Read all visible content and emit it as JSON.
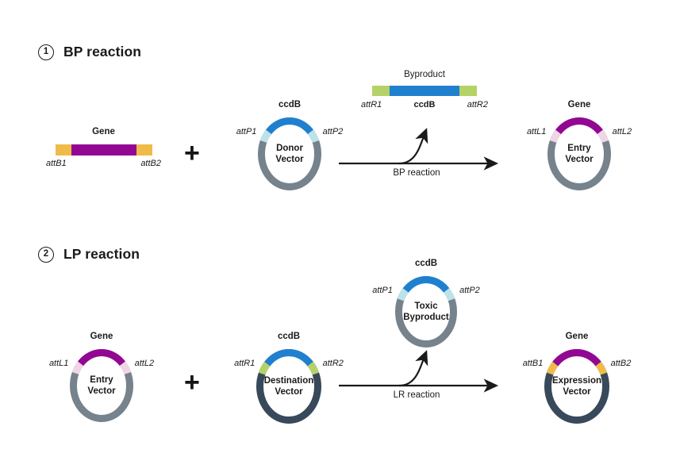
{
  "palette": {
    "orange": "#EFBC4A",
    "purple": "#930893",
    "blue": "#2080D0",
    "green": "#B5D268",
    "gray": "#76828C",
    "navy": "#37495A",
    "light_blue": "#BCE3EA",
    "light_pink": "#EFD6E6",
    "ink": "#1a1a1a",
    "white": "#ffffff"
  },
  "sections": [
    {
      "number": "1",
      "title": "BP reaction"
    },
    {
      "number": "2",
      "title": "LP reaction"
    }
  ],
  "plus_signs": [
    {
      "glyph": "+"
    },
    {
      "glyph": "+"
    }
  ],
  "arrows": [
    {
      "label": "BP reaction"
    },
    {
      "label": "LR reaction"
    }
  ],
  "fragments": [
    {
      "id": "gene-insert",
      "title": "Gene",
      "left_label": "attB1",
      "right_label": "attB2",
      "segments": [
        {
          "name": "attB1",
          "color": "#EFBC4A",
          "flex": 1
        },
        {
          "name": "Gene",
          "color": "#930893",
          "flex": 4
        },
        {
          "name": "attB2",
          "color": "#EFBC4A",
          "flex": 1
        }
      ]
    },
    {
      "id": "byproduct-fragment",
      "title": "Byproduct",
      "left_label": "attR1",
      "center_label": "ccdB",
      "right_label": "attR2",
      "segments": [
        {
          "name": "attR1",
          "color": "#B5D268",
          "flex": 1
        },
        {
          "name": "ccdB",
          "color": "#2080D0",
          "flex": 4
        },
        {
          "name": "attR2",
          "color": "#B5D268",
          "flex": 1
        }
      ]
    }
  ],
  "plasmids": [
    {
      "id": "donor-vector",
      "top_label": "ccdB",
      "center_lines": [
        "Donor",
        "Vector"
      ],
      "left_label": "attP1",
      "right_label": "attP2",
      "backbone_color": "#76828C",
      "arcs": [
        {
          "name": "attP1",
          "color": "#BCE3EA",
          "start": 292,
          "end": 312
        },
        {
          "name": "ccdB",
          "color": "#2080D0",
          "start": 312,
          "end": 48
        },
        {
          "name": "attP2",
          "color": "#BCE3EA",
          "start": 48,
          "end": 68
        }
      ]
    },
    {
      "id": "entry-vector-top",
      "top_label": "Gene",
      "center_lines": [
        "Entry",
        "Vector"
      ],
      "left_label": "attL1",
      "right_label": "attL2",
      "backbone_color": "#76828C",
      "arcs": [
        {
          "name": "attL1",
          "color": "#EFD6E6",
          "start": 292,
          "end": 312
        },
        {
          "name": "Gene",
          "color": "#930893",
          "start": 312,
          "end": 48
        },
        {
          "name": "attL2",
          "color": "#EFD6E6",
          "start": 48,
          "end": 68
        }
      ]
    },
    {
      "id": "entry-vector-bottom",
      "top_label": "Gene",
      "center_lines": [
        "Entry",
        "Vector"
      ],
      "left_label": "attL1",
      "right_label": "attL2",
      "backbone_color": "#76828C",
      "arcs": [
        {
          "name": "attL1",
          "color": "#EFD6E6",
          "start": 292,
          "end": 312
        },
        {
          "name": "Gene",
          "color": "#930893",
          "start": 312,
          "end": 48
        },
        {
          "name": "attL2",
          "color": "#EFD6E6",
          "start": 48,
          "end": 68
        }
      ]
    },
    {
      "id": "destination-vector",
      "top_label": "ccdB",
      "center_lines": [
        "Destination",
        "Vector"
      ],
      "left_label": "attR1",
      "right_label": "attR2",
      "backbone_color": "#37495A",
      "arcs": [
        {
          "name": "attR1",
          "color": "#B5D268",
          "start": 292,
          "end": 312
        },
        {
          "name": "ccdB",
          "color": "#2080D0",
          "start": 312,
          "end": 48
        },
        {
          "name": "attR2",
          "color": "#B5D268",
          "start": 48,
          "end": 68
        }
      ]
    },
    {
      "id": "toxic-byproduct",
      "top_label": "ccdB",
      "center_lines": [
        "Toxic",
        "Byproduct"
      ],
      "left_label": "attP1",
      "right_label": "attP2",
      "backbone_color": "#76828C",
      "arcs": [
        {
          "name": "attP1",
          "color": "#BCE3EA",
          "start": 292,
          "end": 312
        },
        {
          "name": "ccdB",
          "color": "#2080D0",
          "start": 312,
          "end": 48
        },
        {
          "name": "attP2",
          "color": "#BCE3EA",
          "start": 48,
          "end": 68
        }
      ]
    },
    {
      "id": "expression-vector",
      "top_label": "Gene",
      "center_lines": [
        "Expression",
        "Vector"
      ],
      "left_label": "attB1",
      "right_label": "attB2",
      "backbone_color": "#37495A",
      "arcs": [
        {
          "name": "attB1",
          "color": "#EFBC4A",
          "start": 292,
          "end": 312
        },
        {
          "name": "Gene",
          "color": "#930893",
          "start": 312,
          "end": 48
        },
        {
          "name": "attB2",
          "color": "#EFBC4A",
          "start": 48,
          "end": 68
        }
      ]
    }
  ]
}
